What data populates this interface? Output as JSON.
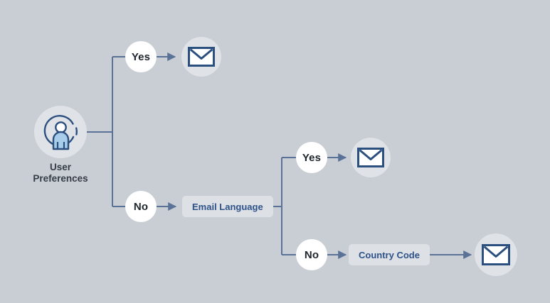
{
  "diagram": {
    "title": "User Preferences email routing decision tree",
    "background_color": "#c9ced4",
    "line_color": "#5b7298",
    "accent_navy": "#2b4f7e",
    "badge_text_color": "#20262e",
    "box_fill": "#dde1e6",
    "node_fill": "#dfe2e6"
  },
  "start": {
    "icon": "user-circle-icon",
    "caption_line1": "User",
    "caption_line2": "Preferences"
  },
  "branches": {
    "first": {
      "yes_label": "Yes",
      "no_label": "No"
    },
    "second": {
      "yes_label": "Yes",
      "no_label": "No"
    }
  },
  "nodes": {
    "email_language": "Email Language",
    "country_code": "Country Code"
  },
  "outputs": [
    {
      "icon": "envelope-icon",
      "name": "email-output-top"
    },
    {
      "icon": "envelope-icon",
      "name": "email-output-middle"
    },
    {
      "icon": "envelope-icon",
      "name": "email-output-bottom"
    }
  ]
}
